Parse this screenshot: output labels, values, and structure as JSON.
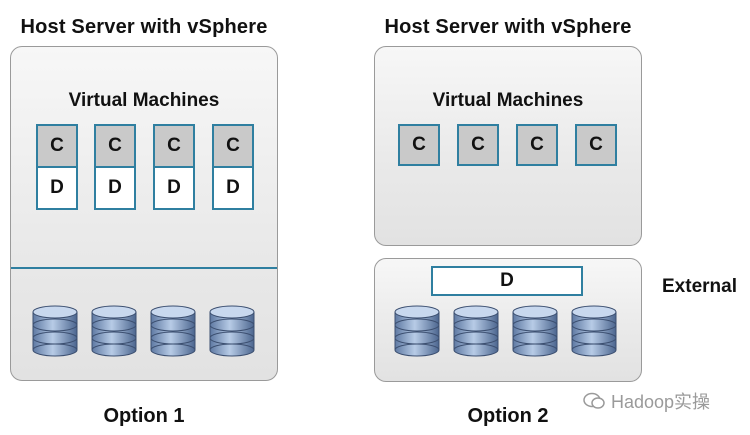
{
  "option1": {
    "header": "Host Server with vSphere",
    "vm_title": "Virtual Machines",
    "compute_labels": [
      "C",
      "C",
      "C",
      "C"
    ],
    "data_labels": [
      "D",
      "D",
      "D",
      "D"
    ],
    "caption": "Option 1"
  },
  "option2": {
    "header": "Host Server with vSphere",
    "vm_title": "Virtual Machines",
    "compute_labels": [
      "C",
      "C",
      "C",
      "C"
    ],
    "storage_label": "D",
    "external_label": "External",
    "caption": "Option 2"
  },
  "colors": {
    "box_border": "#2f7fa0",
    "compute_fill": "#c9c9c9",
    "disk": "#8fa8c8"
  },
  "watermark": "Hadoop实操"
}
